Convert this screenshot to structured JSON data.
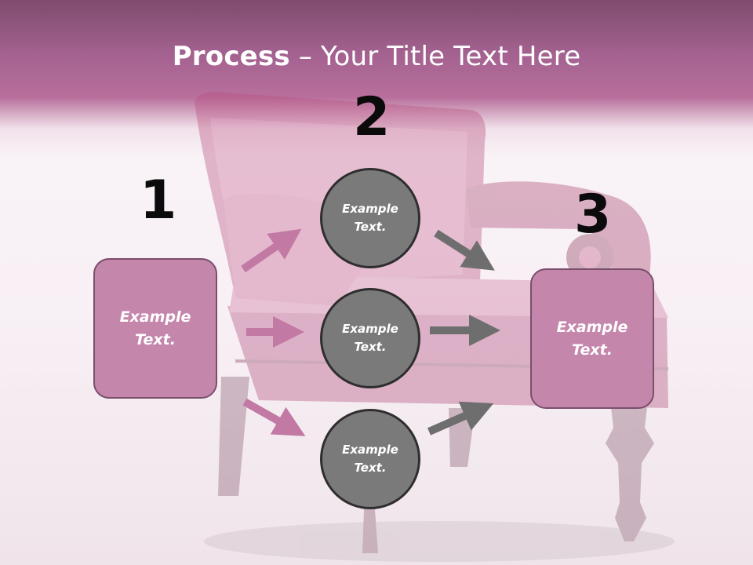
{
  "title": {
    "bold": "Process",
    "rest": " – Your Title Text Here"
  },
  "steps": [
    {
      "number": "1",
      "text": "Example Text."
    },
    {
      "number": "2",
      "text": "Example Text."
    },
    {
      "number": "3",
      "text": "Example Text."
    }
  ],
  "circles": [
    {
      "text": "Example Text."
    },
    {
      "text": "Example Text."
    },
    {
      "text": "Example Text."
    }
  ],
  "colors": {
    "title_band": "#a46290",
    "box_fill": "#c586ac",
    "box_border": "#7a4f6b",
    "circle_fill": "#7a7a7a",
    "circle_border": "#2e2e2e",
    "arrow_pink": "#c27aa5",
    "arrow_gray": "#6e6e6e",
    "number_color": "#0b0b0b"
  }
}
